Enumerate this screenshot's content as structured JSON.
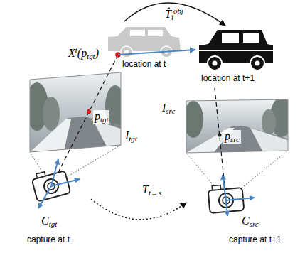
{
  "diagram": {
    "nodes": [
      {
        "text": [
          "location at t"
        ]
      },
      {
        "text": [
          "location at t+1"
        ]
      },
      {
        "text": [
          "Itgt",
          "ptgt"
        ]
      },
      {
        "text": [
          "Ctgt",
          "capture at t"
        ]
      },
      {
        "text": [
          "Isrc",
          "psrc"
        ]
      },
      {
        "text": [
          "Csrc",
          "capture at t+1"
        ]
      }
    ],
    "edges": [
      {
        "from": 0,
        "to": 1,
        "label": "T̂iobj",
        "arrow": "to"
      },
      {
        "from": 0,
        "to": 1,
        "arrow": "to"
      },
      {
        "from": 3,
        "to": 5,
        "label": "Tt→s",
        "arrow": "to"
      }
    ],
    "labels": [
      "Xt(ptgt)"
    ]
  }
}
